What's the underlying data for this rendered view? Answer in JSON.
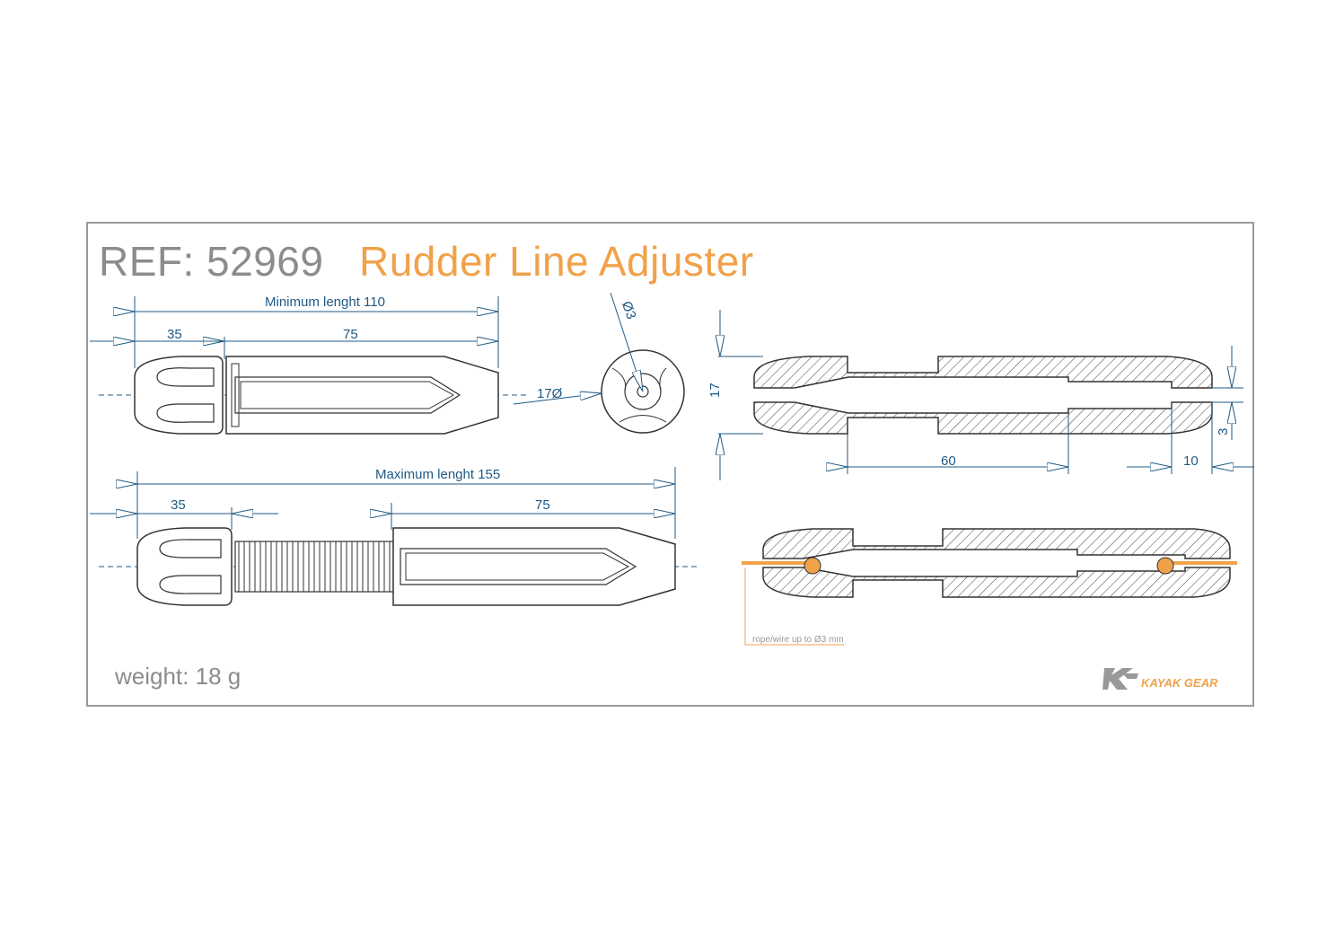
{
  "title": {
    "ref": "REF: 52969",
    "name": "Rudder Line Adjuster"
  },
  "weight": "weight: 18 g",
  "brand": "KAYAK GEAR",
  "dimensions": {
    "min_length": "Minimum lenght 110",
    "max_length": "Maximum lenght 155",
    "dim_35_top": "35",
    "dim_75_top": "75",
    "dim_35_bottom": "35",
    "dim_75_bottom": "75",
    "diameter_17": "17Ø",
    "diameter_3": "Ø3",
    "dim_17_side": "17",
    "dim_60": "60",
    "dim_10": "10",
    "dim_3_side": "3"
  },
  "rope_note": "rope/wire up to Ø3 mm",
  "colors": {
    "accent": "#f0a24a",
    "dimension": "#1f5a84",
    "outline": "#333333",
    "frame": "#9a9a9a"
  }
}
